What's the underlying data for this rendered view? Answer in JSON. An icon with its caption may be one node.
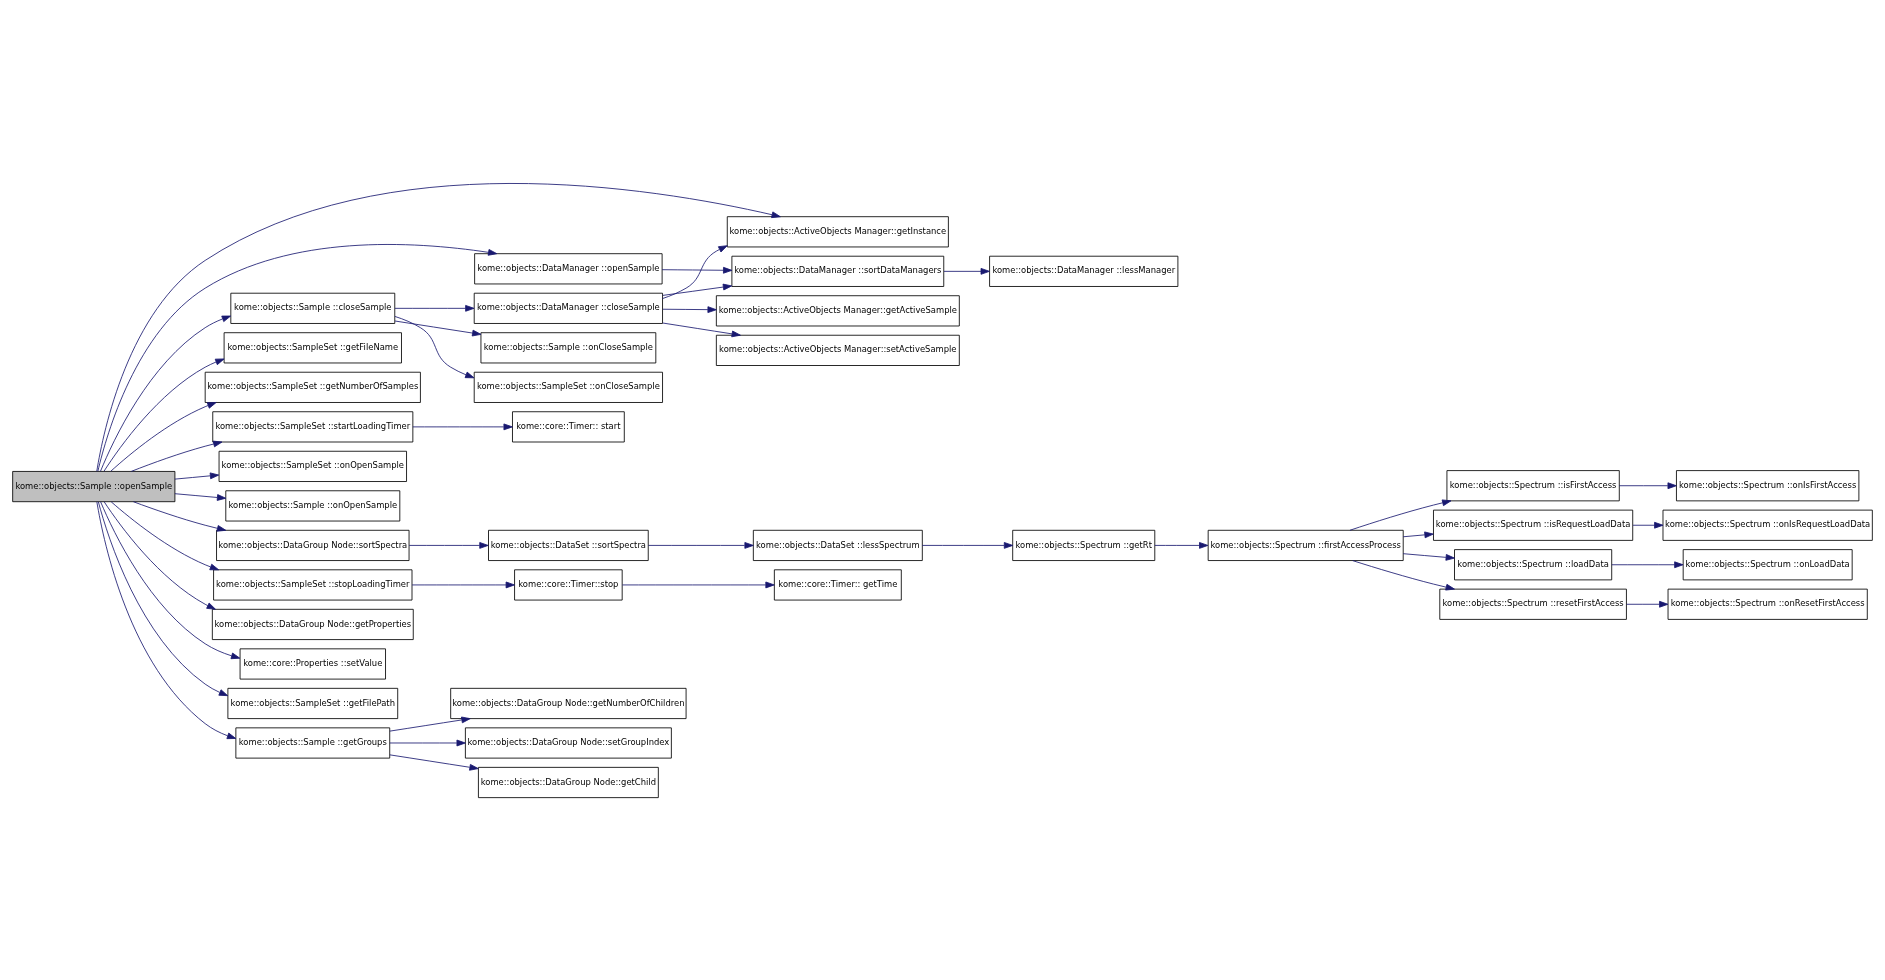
{
  "diagram": {
    "nodes": [
      {
        "text": [
          "kome::objects::Sample ::openSample"
        ]
      },
      {
        "text": [
          "kome::objects::ActiveObjects Manager::getInstance"
        ]
      },
      {
        "text": [
          "kome::objects::DataManager ::openSample"
        ]
      },
      {
        "text": [
          "kome::objects::DataManager ::sortDataManagers"
        ]
      },
      {
        "text": [
          "kome::objects::DataManager ::lessManager"
        ]
      },
      {
        "text": [
          "kome::objects::Sample ::closeSample"
        ]
      },
      {
        "text": [
          "kome::objects::DataManager ::closeSample"
        ]
      },
      {
        "text": [
          "kome::objects::ActiveObjects Manager::getActiveSample"
        ]
      },
      {
        "text": [
          "kome::objects::ActiveObjects Manager::setActiveSample"
        ]
      },
      {
        "text": [
          "kome::objects::Sample ::onCloseSample"
        ]
      },
      {
        "text": [
          "kome::objects::SampleSet ::onCloseSample"
        ]
      },
      {
        "text": [
          "kome::objects::SampleSet ::getFileName"
        ]
      },
      {
        "text": [
          "kome::objects::SampleSet ::getNumberOfSamples"
        ]
      },
      {
        "text": [
          "kome::objects::SampleSet ::startLoadingTimer"
        ]
      },
      {
        "text": [
          "kome::core::Timer:: start"
        ]
      },
      {
        "text": [
          "kome::objects::SampleSet ::onOpenSample"
        ]
      },
      {
        "text": [
          "kome::objects::Sample ::onOpenSample"
        ]
      },
      {
        "text": [
          "kome::objects::DataGroup Node::sortSpectra"
        ]
      },
      {
        "text": [
          "kome::objects::DataSet ::sortSpectra"
        ]
      },
      {
        "text": [
          "kome::objects::DataSet ::lessSpectrum"
        ]
      },
      {
        "text": [
          "kome::objects::Spectrum ::getRt"
        ]
      },
      {
        "text": [
          "kome::objects::Spectrum ::firstAccessProcess"
        ]
      },
      {
        "text": [
          "kome::objects::Spectrum ::isFirstAccess"
        ]
      },
      {
        "text": [
          "kome::objects::Spectrum ::onIsFirstAccess"
        ]
      },
      {
        "text": [
          "kome::objects::Spectrum ::isRequestLoadData"
        ]
      },
      {
        "text": [
          "kome::objects::Spectrum ::onIsRequestLoadData"
        ]
      },
      {
        "text": [
          "kome::objects::Spectrum ::loadData"
        ]
      },
      {
        "text": [
          "kome::objects::Spectrum ::onLoadData"
        ]
      },
      {
        "text": [
          "kome::objects::Spectrum ::resetFirstAccess"
        ]
      },
      {
        "text": [
          "kome::objects::Spectrum ::onResetFirstAccess"
        ]
      },
      {
        "text": [
          "kome::objects::SampleSet ::stopLoadingTimer"
        ]
      },
      {
        "text": [
          "kome::core::Timer::stop"
        ]
      },
      {
        "text": [
          "kome::core::Timer:: getTime"
        ]
      },
      {
        "text": [
          "kome::objects::DataGroup Node::getProperties"
        ]
      },
      {
        "text": [
          "kome::core::Properties ::setValue"
        ]
      },
      {
        "text": [
          "kome::objects::SampleSet ::getFilePath"
        ]
      },
      {
        "text": [
          "kome::objects::Sample ::getGroups"
        ]
      },
      {
        "text": [
          "kome::objects::DataGroup Node::getNumberOfChildren"
        ]
      },
      {
        "text": [
          "kome::objects::DataGroup Node::setGroupIndex"
        ]
      },
      {
        "text": [
          "kome::objects::DataGroup Node::getChild"
        ]
      }
    ],
    "edges": [
      {
        "from": 0,
        "to": 1,
        "arrow": "to"
      },
      {
        "from": 0,
        "to": 2,
        "arrow": "to"
      },
      {
        "from": 0,
        "to": 5,
        "arrow": "to"
      },
      {
        "from": 0,
        "to": 11,
        "arrow": "to"
      },
      {
        "from": 0,
        "to": 12,
        "arrow": "to"
      },
      {
        "from": 0,
        "to": 13,
        "arrow": "to"
      },
      {
        "from": 0,
        "to": 15,
        "arrow": "to"
      },
      {
        "from": 0,
        "to": 16,
        "arrow": "to"
      },
      {
        "from": 0,
        "to": 17,
        "arrow": "to"
      },
      {
        "from": 0,
        "to": 30,
        "arrow": "to"
      },
      {
        "from": 0,
        "to": 33,
        "arrow": "to"
      },
      {
        "from": 0,
        "to": 34,
        "arrow": "to"
      },
      {
        "from": 0,
        "to": 35,
        "arrow": "to"
      },
      {
        "from": 0,
        "to": 36,
        "arrow": "to"
      },
      {
        "from": 2,
        "to": 3,
        "arrow": "to"
      },
      {
        "from": 3,
        "to": 4,
        "arrow": "to"
      },
      {
        "from": 5,
        "to": 6,
        "arrow": "to"
      },
      {
        "from": 5,
        "to": 9,
        "arrow": "to"
      },
      {
        "from": 5,
        "to": 10,
        "arrow": "to"
      },
      {
        "from": 6,
        "to": 1,
        "arrow": "to"
      },
      {
        "from": 6,
        "to": 3,
        "arrow": "to"
      },
      {
        "from": 6,
        "to": 7,
        "arrow": "to"
      },
      {
        "from": 6,
        "to": 8,
        "arrow": "to"
      },
      {
        "from": 13,
        "to": 14,
        "arrow": "to"
      },
      {
        "from": 17,
        "to": 18,
        "arrow": "to"
      },
      {
        "from": 18,
        "to": 19,
        "arrow": "to"
      },
      {
        "from": 19,
        "to": 20,
        "arrow": "to"
      },
      {
        "from": 20,
        "to": 21,
        "arrow": "to"
      },
      {
        "from": 21,
        "to": 22,
        "arrow": "to"
      },
      {
        "from": 21,
        "to": 24,
        "arrow": "to"
      },
      {
        "from": 21,
        "to": 26,
        "arrow": "to"
      },
      {
        "from": 21,
        "to": 28,
        "arrow": "to"
      },
      {
        "from": 22,
        "to": 23,
        "arrow": "to"
      },
      {
        "from": 24,
        "to": 25,
        "arrow": "to"
      },
      {
        "from": 26,
        "to": 27,
        "arrow": "to"
      },
      {
        "from": 28,
        "to": 29,
        "arrow": "to"
      },
      {
        "from": 30,
        "to": 31,
        "arrow": "to"
      },
      {
        "from": 31,
        "to": 32,
        "arrow": "to"
      },
      {
        "from": 36,
        "to": 37,
        "arrow": "to"
      },
      {
        "from": 36,
        "to": 38,
        "arrow": "to"
      },
      {
        "from": 36,
        "to": 39,
        "arrow": "to"
      }
    ]
  }
}
